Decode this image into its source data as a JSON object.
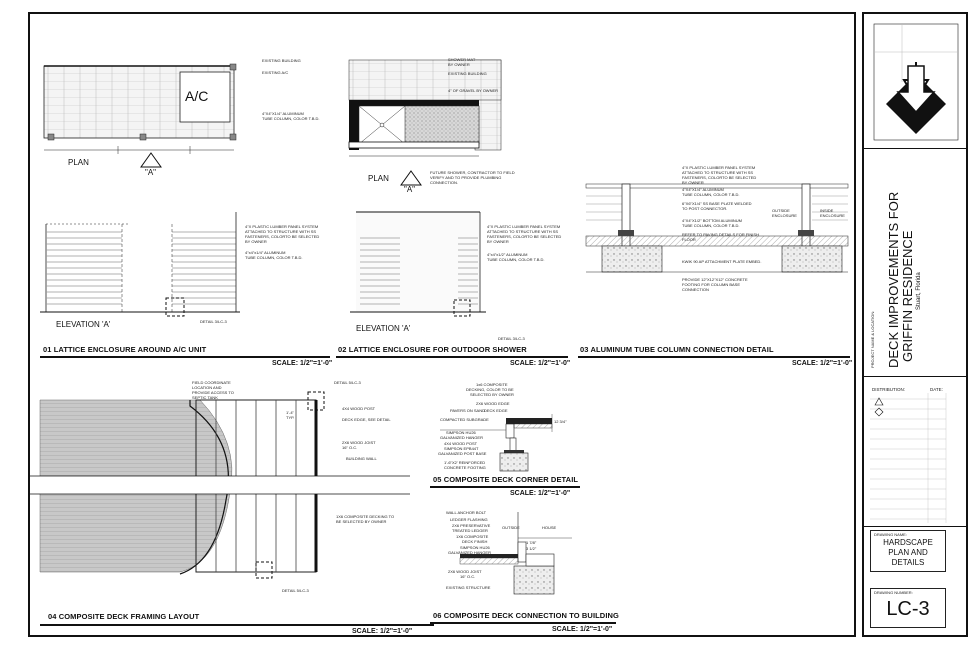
{
  "details": {
    "d01": {
      "title": "01 LATTICE ENCLOSURE AROUND A/C UNIT",
      "scale": "SCALE: 1/2\"=1'-0\"",
      "plan_label": "PLAN",
      "elevation_label": "ELEVATION 'A'",
      "section_mark": "\"A\"",
      "ac_label": "A/C",
      "notes": [
        "EXISTING BUILDING",
        "EXISTING A/C",
        "4\"X4\"X1/4\" ALUMINUM",
        "TUBE COLUMN, COLOR T.B.D."
      ],
      "elev_notes": [
        "4\"X PLASTIC LUMBER PANEL SYSTEM",
        "ATTACHED TO STRUCTURE WITH SS",
        "FASTENERS, COLORTO BE SELECTED",
        "BY OWNER",
        "4\"x4\"x1/4\" ALUMINUM",
        "TUBE COLUMN, COLOR T.B.D."
      ],
      "detail_ref": "DETAIL 3/LC-3"
    },
    "d02": {
      "title": "02 LATTICE ENCLOSURE  FOR OUTDOOR SHOWER",
      "scale": "SCALE: 1/2\"=1'-0\"",
      "plan_label": "PLAN",
      "elevation_label": "ELEVATION 'A'",
      "section_mark": "\"A\"",
      "notes": [
        "SHOWER MAT",
        "BY OWNER",
        "EXISTING BUILDING",
        "4\" OF GRAVEL BY OWNER"
      ],
      "shower_notes": [
        "FUTURE SHOWER, CONTRACTOR TO FIELD",
        "VERIFY AND  TO PROVIDE PLUMBING",
        "CONNECTION."
      ],
      "elev_notes": [
        "4\"X PLASTIC LUMBER PANEL SYSTEM",
        "ATTACHED TO STRUCTURE WITH SS",
        "FASTENERS, COLORTO BE SELECTED",
        "BY OWNER",
        "4\"x4\"x1/2\" ALUMINUM",
        "TUBE COLUMN, COLOR T.B.D."
      ],
      "detail_ref": "DETAIL 3/LC-3"
    },
    "d03": {
      "title": "03 ALUMINUM TUBE COLUMN CONNECTION DETAIL",
      "scale": "SCALE: 1/2\"=1'-0\"",
      "notes": [
        "4\"X PLASTIC LUMBER PANEL SYSTEM",
        "ATTACHED TO STRUCTURE WITH SS",
        "FASTENERS, COLORTO BE SELECTED",
        "BY OWNER",
        "4\"X4\"X1/4\" ALUMINUM",
        "TUBE COLUMN, COLOR T.B.D.",
        "6\"X6\"X1/4\" SS BASE PLATE WELDED",
        "TO POST CONNECTOR.",
        "4\"X4\"X1/2\" BOTTOM ALUMINUM",
        "TUBE COLUMN, COLOR T.B.D.",
        "REFER TO PAVING DETAILS  FOR FINISH",
        "FLOOR",
        "KWIK 90 AP ATTACHMENT  PLATE EMBED.",
        "PROVIDE  12\"X12\"X12\" CONCRETE",
        "FOOTING FOR COLUMN BASE",
        "CONNECTION"
      ],
      "outside": [
        "OUTSIDE",
        "ENCLOSURE"
      ],
      "inside": [
        "INSIDE",
        "ENCLOSURE"
      ]
    },
    "d04": {
      "title": "04 COMPOSITE DECK FRAMING LAYOUT",
      "scale": "SCALE: 1/2\"=1'-0\"",
      "notes": [
        "FIELD COORDINATE",
        "LOCATION AND",
        "PROVIDE ACCESS TO",
        "SEPTIC TANK"
      ],
      "right_notes": [
        "DETAIL 5/LC-3",
        "4X4 WOOD POST",
        "DECK EDGE, SEE DETAIL",
        "2X6 WOOD JOIST",
        "16\" O.C.",
        "BUILDING WALL",
        "1X6 COMPOSITE DECKING TO",
        "BE  SELECTED BY OWNER"
      ],
      "spacing": [
        "1'-4\"",
        "TYP."
      ],
      "detail_ref": "DETAIL 5/LC-3"
    },
    "d05": {
      "title": "05 COMPOSITE DECK CORNER DETAIL",
      "scale": "SCALE: 1/2\"=1'-0\"",
      "notes": [
        "1x6 COMPOSITE",
        "DECKING, COLOR TO BE",
        "SELECTED BY OWNER",
        "2X6 WOOD EDGE",
        "PAVERS ON SAND",
        "DECK EDGE",
        "COMPACTED SUBGRADE",
        "SIMPSON HU26",
        "GALVANIZED HANGER",
        "4X4 WOOD POST",
        "SIMPSON EPB44T",
        "GALVANIZED POST BASE",
        "1'-6\"X2' REINFORCED",
        "CONCRETE FOOTING"
      ],
      "dim": "12 3/4\""
    },
    "d06": {
      "title": "06 COMPOSITE DECK CONNECTION TO BUILDING",
      "scale": "SCALE: 1/2\"=1'-0\"",
      "notes": [
        "WALL ANCHOR BOLT",
        "LEDGER FLASHING",
        "2X6 PRESERVATIVE",
        "TREATED LEDGER",
        "1X6 COMPOSITE",
        "DECK FINISH",
        "SIMPSON HU26",
        "GALVANIZED HANGER",
        "2X6 WOOD JOIST",
        "16\" O.C.",
        "EXISTING STRUCTURE"
      ],
      "outside": "OUTSIDE",
      "house": "HOUSE",
      "dim": [
        "1 7/8\"",
        "3 1/2\""
      ]
    }
  },
  "title_block": {
    "project_label": "PROJECT NAME & LOCATION:",
    "project_name_1": "DECK IMPROVEMENTS FOR",
    "project_name_2": "GRIFFIN RESIDENCE",
    "location": "Stuart, Florida",
    "distribution_label": "DISTRIBUTION:",
    "date_label": "DATE:",
    "drawing_name_label": "DRAWING NAME:",
    "drawing_name": [
      "HARDSCAPE",
      "PLAN AND",
      "DETAILS"
    ],
    "drawing_number_label": "DRAWING NUMBER:",
    "drawing_number": "LC-3"
  }
}
